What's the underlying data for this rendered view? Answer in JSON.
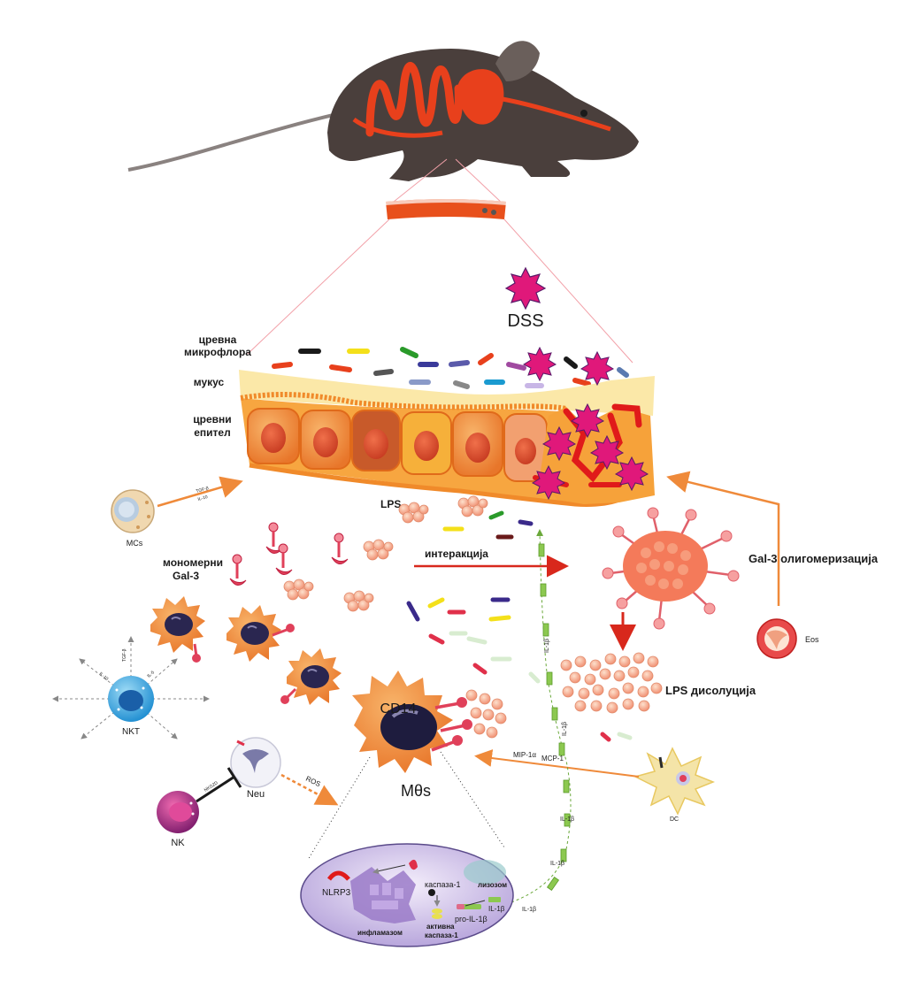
{
  "labels": {
    "dss": "DSS",
    "microflora_1": "цревна",
    "microflora_2": "микрофлора",
    "mucus": "мукус",
    "epithelium_1": "цревни",
    "epithelium_2": "епител",
    "lps": "LPS",
    "mcs": "MCs",
    "mcs_arrow_1": "TGF-β",
    "mcs_arrow_2": "IL-10",
    "monomeric_gal3_1": "мономерни",
    "monomeric_gal3_2": "Gal-3",
    "interaction": "интеракција",
    "gal3_oligomerization": "Gal-3 олигомеризација",
    "eos": "Eos",
    "lps_dissolution": "LPS дисолуција",
    "nkt": "NKT",
    "nkt_ray_1": "TGF-β",
    "nkt_ray_2": "IL-10",
    "nkt_ray_3": "IL-5",
    "cd14": "CD14",
    "macrophages": "Mθs",
    "neu": "Neu",
    "ros": "ROS",
    "nk": "NK",
    "nk_arrow": "NKG2D",
    "dc": "DC",
    "mip": "MIP-1α",
    "mcp": "MCP-1",
    "il1b": "IL-1β",
    "nlrp3": "NLRP3",
    "caspase1": "каспаза-1",
    "lysosome": "лизозом",
    "active_caspase_1": "активна",
    "active_caspase_2": "каспаза-1",
    "pro_il1b": "pro-IL-1β",
    "inflammasome": "инфламазом"
  },
  "colors": {
    "mouse_body": "#4a3f3c",
    "gut": "#e8401c",
    "epithelium": "#f08a2a",
    "dss_star": "#e0187a",
    "gal3": "#e0405a",
    "lps_particle": "#f4a882",
    "cd14_cell": "#f29a3c",
    "arrow_red": "#d8281c",
    "arrow_orange": "#ef8a3a",
    "il1b_green": "#8cc850",
    "inflammasome_bg": "#cdbde6"
  },
  "icons": [
    "mouse-icon",
    "star-icon",
    "bacteria-icon",
    "cell-icon",
    "arrow-icon"
  ]
}
